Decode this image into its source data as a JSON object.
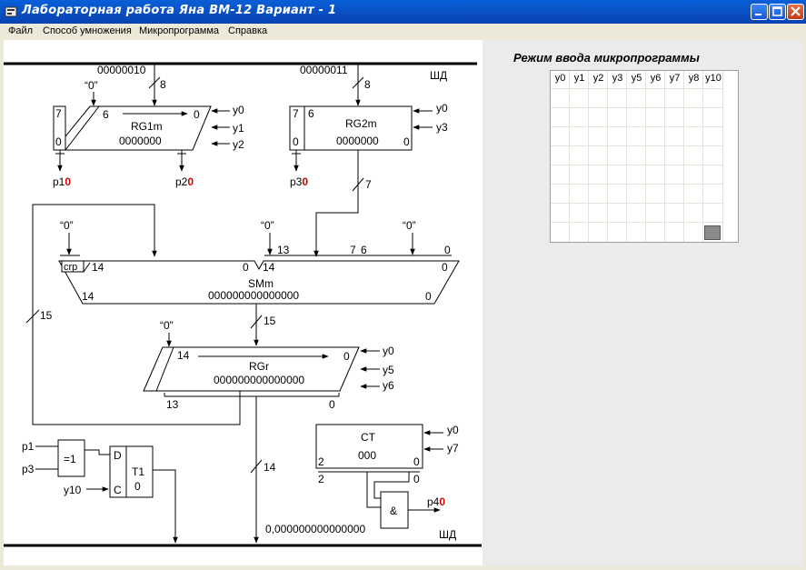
{
  "window": {
    "title": "Лабораторная работа Яна ВМ-12  Вариант - 1",
    "icon": "app-icon"
  },
  "menu": {
    "items": [
      "Файл",
      "Способ умножения",
      "Микропрограмма",
      "Справка"
    ]
  },
  "diagram": {
    "bus_label_top": "ШД",
    "bus_label_bottom": "ШД",
    "input_a_value": "00000010",
    "input_b_value": "00000011",
    "width_8": "8",
    "zero_quote": "“0”",
    "rg1": {
      "name": "RG1m",
      "value": "0000000",
      "bit_hi_outer": "7",
      "bit_lo_outer": "0",
      "bit_hi": "6",
      "bit_lo": "0",
      "signals": [
        "y0",
        "y1",
        "y2"
      ]
    },
    "rg2": {
      "name": "RG2m",
      "value": "0000000",
      "bit_hi_outer": "7",
      "bit_lo_outer": "0",
      "bit_hi": "6",
      "bit_lo": "0",
      "signals": [
        "y0",
        "y3"
      ]
    },
    "flags": {
      "p1": "p1",
      "p1_val": "0",
      "p2": "p2",
      "p2_val": "0",
      "p3": "p3",
      "p3_val": "0",
      "p4": "p4",
      "p4_val": "0"
    },
    "width_7": "7",
    "sm": {
      "name": "SMm",
      "value": "000000000000000",
      "crp": "crp",
      "left_hi": "14",
      "left_lo": "0",
      "right_hi": "14",
      "right_lo": "0",
      "bottom_hi": "14",
      "bottom_lo": "0",
      "top_13": "13",
      "top_7": "7",
      "top_6": "6",
      "top_0": "0"
    },
    "width_15a": "15",
    "width_15b": "15",
    "rgr": {
      "name": "RGr",
      "value": "000000000000000",
      "bit_hi": "14",
      "bit_lo": "0",
      "bottom_hi": "13",
      "bottom_lo": "0",
      "signals": [
        "y0",
        "y5",
        "y6"
      ]
    },
    "ct": {
      "name": "CT",
      "value": "000",
      "bit_hi": "2",
      "bit_lo": "0",
      "bottom_hi": "2",
      "bottom_lo": "0",
      "signals": [
        "y0",
        "y7"
      ]
    },
    "xor_gate": "=1",
    "xor_inputs": [
      "p1",
      "p3"
    ],
    "trigger": {
      "name": "T1",
      "value": "0",
      "d": "D",
      "c": "C",
      "clock_signal": "y10"
    },
    "and_gate": "&",
    "width_14": "14",
    "result": "0,000000000000000"
  },
  "microprogram": {
    "title": "Режим ввода микропрограммы",
    "columns": [
      "y0",
      "y1",
      "y2",
      "y3",
      "y5",
      "y6",
      "y7",
      "y8",
      "y10"
    ],
    "row_count": 8
  }
}
